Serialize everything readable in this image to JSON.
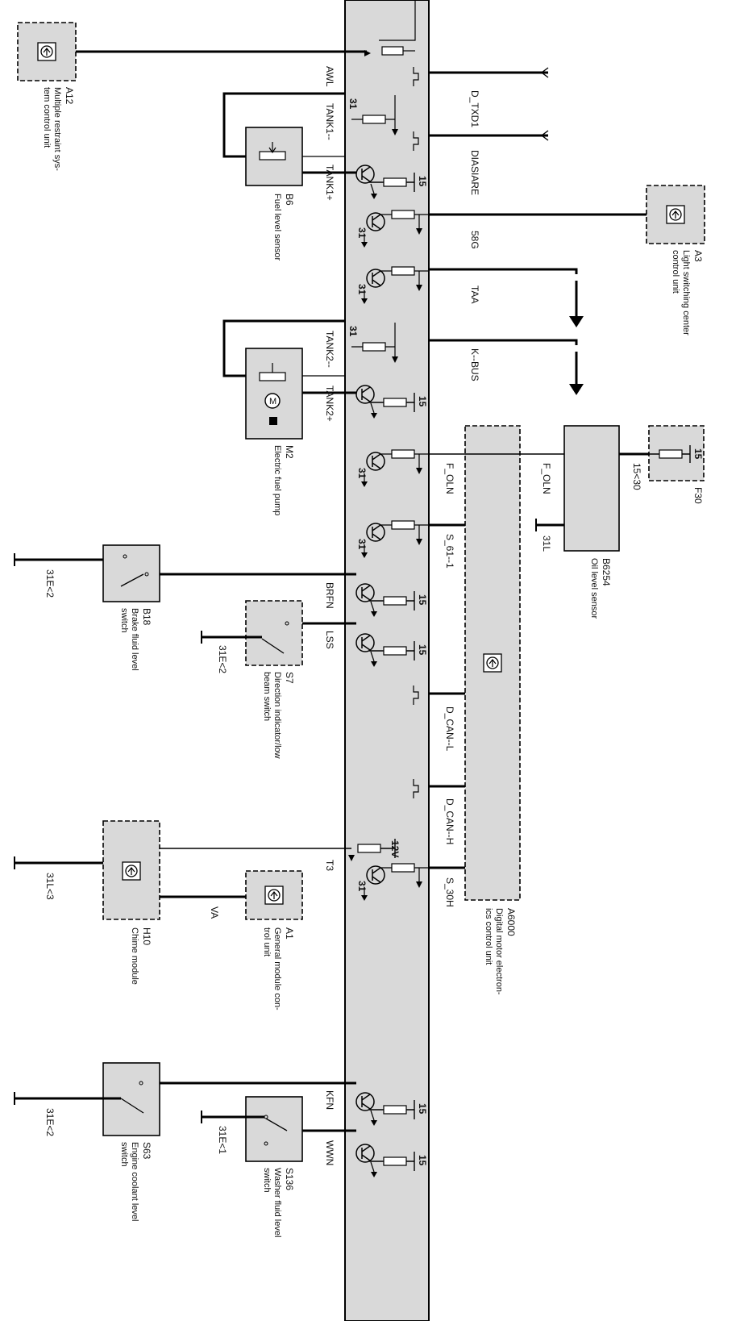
{
  "colors": {
    "module_fill": "#d9d9d9",
    "wire": "#000000",
    "background": "#ffffff"
  },
  "signals": {
    "awl": "AWL",
    "tank1_minus": "TANK1--",
    "tank1_plus": "TANK1+",
    "tank2_minus": "TANK2--",
    "tank2_plus": "TANK2+",
    "brfn": "BRFN",
    "lss": "LSS",
    "t3": "T3",
    "va": "VA",
    "kfn": "KFN",
    "wwn": "WWN",
    "d_txd1": "D_TXD1",
    "diasiare": "DIASIARE",
    "s58g": "58G",
    "taa": "TAA",
    "kbus": "K--BUS",
    "f_oln": "F_OLN",
    "s_61_1": "S_61--1",
    "d_can_l": "D_CAN--L",
    "d_can_h": "D_CAN--H",
    "s_30h": "S_30H"
  },
  "terminals": {
    "t15": "15",
    "t31": "31",
    "t12v": "12V",
    "t31e2": "31E<2",
    "t31l3": "31L<3",
    "t31e1": "31E<1",
    "t15_30": "15<30",
    "t31l": "31L",
    "f30_15": "15"
  },
  "components": {
    "a12": {
      "id": "A12",
      "line1": "Multiple restraint sys-",
      "line2": "tem control unit"
    },
    "b6": {
      "id": "B6",
      "line1": "Fuel level sensor"
    },
    "a3": {
      "id": "A3",
      "line1": "Light switching center",
      "line2": "control unit"
    },
    "m2": {
      "id": "M2",
      "line1": "Electric fuel pump"
    },
    "b18": {
      "id": "B18",
      "line1": "Brake fluid level",
      "line2": "switch"
    },
    "s7": {
      "id": "S7",
      "line1": "Direction indicator/low",
      "line2": "beam switch"
    },
    "a6000": {
      "id": "A6000",
      "line1": "Digital motor electron-",
      "line2": "ics control unit"
    },
    "b6254": {
      "id": "B6254",
      "line1": "Oil level sensor"
    },
    "f30": {
      "id": "F30"
    },
    "h10": {
      "id": "H10",
      "line1": "Chime module"
    },
    "a1": {
      "id": "A1",
      "line1": "General module con-",
      "line2": "trol unit"
    },
    "s63": {
      "id": "S63",
      "line1": "Engine coolant level",
      "line2": "switch"
    },
    "s136": {
      "id": "S136",
      "line1": "Washer fluid level",
      "line2": "switch"
    }
  }
}
